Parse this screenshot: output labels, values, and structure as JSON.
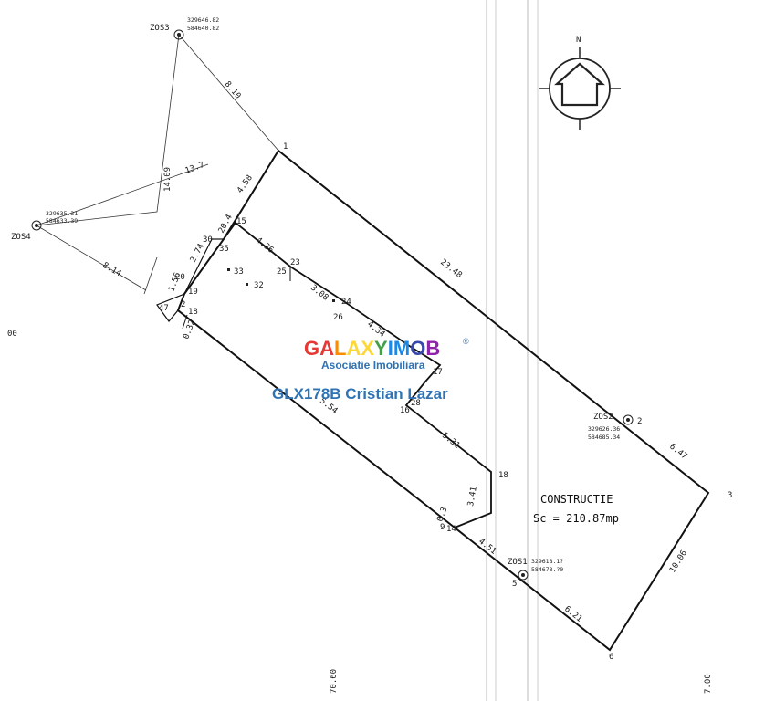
{
  "watermark": {
    "brand": "GALAXYIMOB",
    "brand_mark": "®",
    "subtitle": "Asociatie Imobiliara",
    "agent": "GLX178B Cristian Lazar",
    "colors": [
      "#e53935",
      "#fb8c00",
      "#fdd835",
      "#43a047",
      "#1e88e5",
      "#3949ab",
      "#8e24aa"
    ]
  },
  "north_label": "N",
  "building": {
    "name": "CONSTRUCTIE",
    "area": "Sc = 210.87mp"
  },
  "stations": {
    "zos1": {
      "name": "ZOS1",
      "coord_1": "329618.1?",
      "coord_2": "584673.?0"
    },
    "zos2": {
      "name": "ZOS2",
      "coord_1": "329626.36",
      "coord_2": "584685.34"
    },
    "zos3": {
      "name": "ZOS3",
      "coord_1": "329646.82",
      "coord_2": "584640.82"
    },
    "zos4": {
      "name": "ZOS4",
      "coord_1": "329635.31",
      "coord_2": "584633.39"
    }
  },
  "points": {
    "p1": "1",
    "p2": "2",
    "p3": "3",
    "p5": "5",
    "p6": "6",
    "p9": "9",
    "p14": "14",
    "p15": "15",
    "p16": "16",
    "p17": "17",
    "p18": "18",
    "p18b": "18",
    "p19": "19",
    "p20": "20",
    "p21": "2",
    "p23": "23",
    "p24": "24",
    "p25": "25",
    "p26": "26",
    "p28": "28",
    "p30": "30",
    "p32": "32",
    "p33": "33",
    "p35": "35",
    "p47": "47"
  },
  "dimensions": {
    "d_1_zos3": "8.10",
    "d_1_15": "4.58",
    "d_1_2": "23.48",
    "d_2_3": "6.47",
    "d_3_6": "10.06",
    "d_6_5": "6.21",
    "d_5_14": "4.51",
    "d_14_18": "3.41",
    "d_18_16": "5.31",
    "d_zos3_zos4": "14.09",
    "d_zos4_a": "13.7",
    "d_zos4_b": "8.14",
    "d_15_23": "4.36",
    "d_25_24": "3.08",
    "d_24_long": "4.34",
    "d_20_30": "2.74",
    "d_30_15": "20.4",
    "d_left": "1.56",
    "d_bottom": "5.54",
    "d_small": "0.3",
    "d_small2": "0.32"
  },
  "margin_labels": {
    "left": "00",
    "bottom_mid": "70.60",
    "bottom_right": "7.00"
  }
}
